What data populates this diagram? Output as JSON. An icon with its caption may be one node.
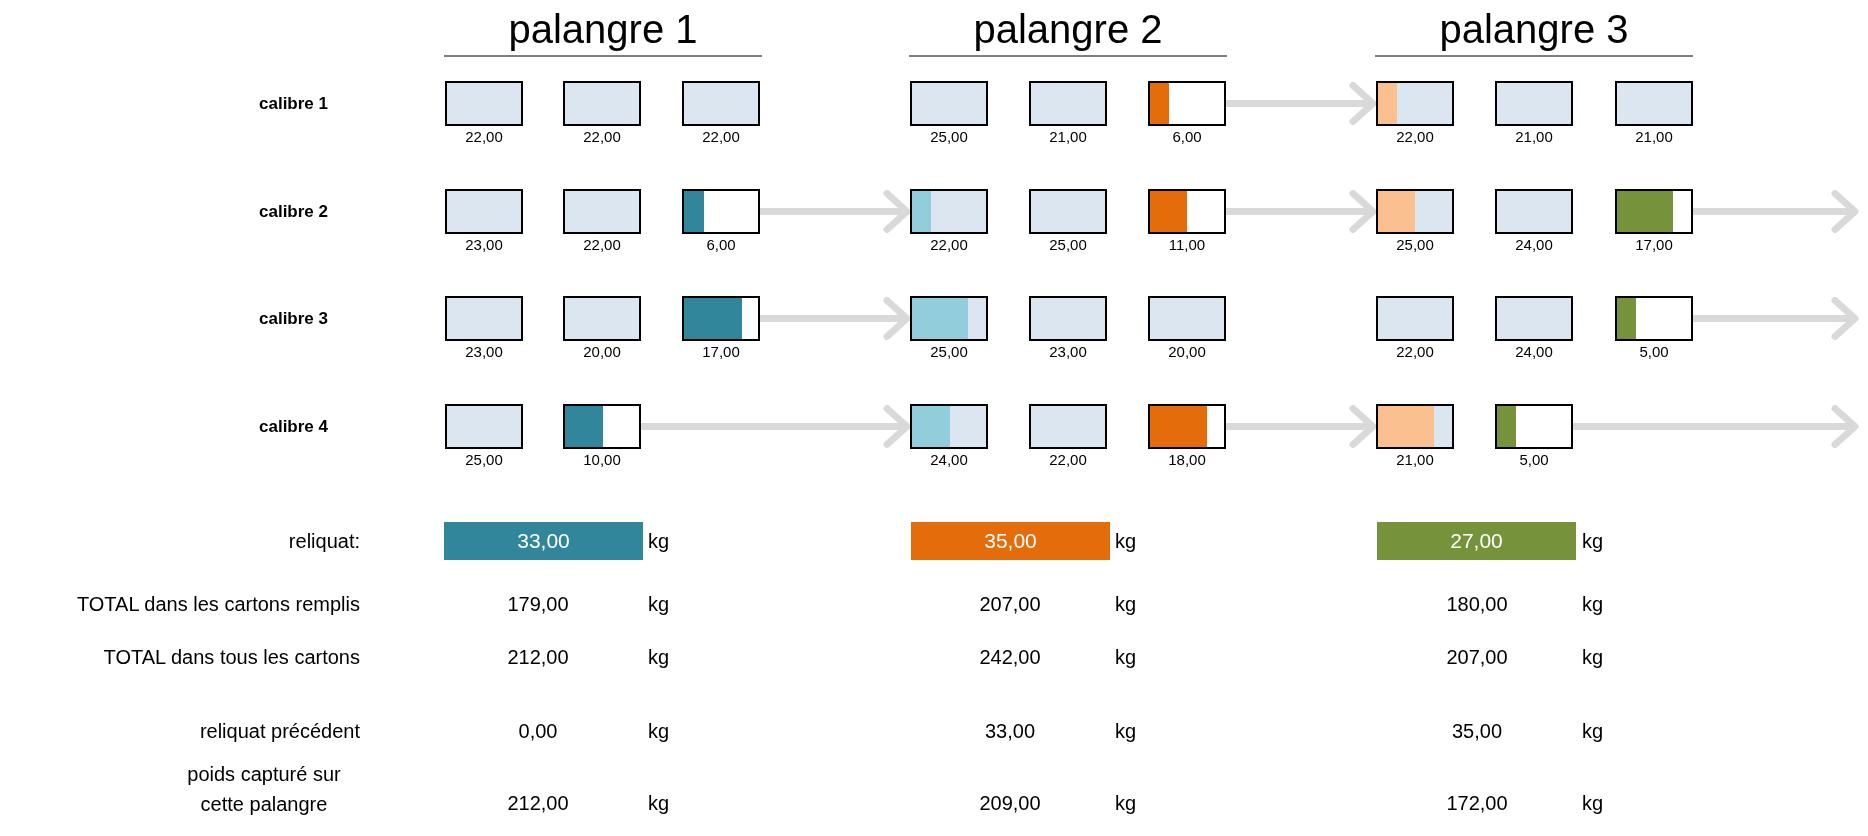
{
  "diagram": {
    "nodes": [
      {
        "text": [],
        "shape": "box",
        "beside": [
          "22,00"
        ]
      },
      {
        "text": [],
        "shape": "box",
        "beside": [
          "22,00"
        ]
      },
      {
        "text": [],
        "shape": "box",
        "beside": [
          "22,00"
        ]
      },
      {
        "text": [],
        "shape": "box",
        "beside": [
          "25,00"
        ]
      },
      {
        "text": [],
        "shape": "box",
        "beside": [
          "21,00"
        ]
      },
      {
        "text": [],
        "shape": "box",
        "beside": [
          "6,00"
        ]
      },
      {
        "text": [],
        "shape": "box",
        "beside": [
          "22,00"
        ]
      },
      {
        "text": [],
        "shape": "box",
        "beside": [
          "21,00"
        ]
      },
      {
        "text": [],
        "shape": "box",
        "beside": [
          "21,00"
        ]
      },
      {
        "text": [],
        "shape": "box",
        "beside": [
          "23,00"
        ]
      },
      {
        "text": [],
        "shape": "box",
        "beside": [
          "22,00"
        ]
      },
      {
        "text": [],
        "shape": "box",
        "beside": [
          "6,00"
        ]
      },
      {
        "text": [],
        "shape": "box",
        "beside": [
          "22,00"
        ]
      },
      {
        "text": [],
        "shape": "box",
        "beside": [
          "25,00"
        ]
      },
      {
        "text": [],
        "shape": "box",
        "beside": [
          "11,00"
        ]
      },
      {
        "text": [],
        "shape": "box",
        "beside": [
          "25,00"
        ]
      },
      {
        "text": [],
        "shape": "box",
        "beside": [
          "24,00"
        ]
      },
      {
        "text": [],
        "shape": "box",
        "beside": [
          "17,00"
        ]
      },
      {
        "text": [],
        "shape": "box",
        "beside": [
          "23,00"
        ]
      },
      {
        "text": [],
        "shape": "box",
        "beside": [
          "20,00"
        ]
      },
      {
        "text": [],
        "shape": "box",
        "beside": [
          "17,00"
        ]
      },
      {
        "text": [],
        "shape": "box",
        "beside": [
          "25,00"
        ]
      },
      {
        "text": [],
        "shape": "box",
        "beside": [
          "23,00"
        ]
      },
      {
        "text": [],
        "shape": "box",
        "beside": [
          "20,00"
        ]
      },
      {
        "text": [],
        "shape": "box",
        "beside": [
          "22,00"
        ]
      },
      {
        "text": [],
        "shape": "box",
        "beside": [
          "24,00"
        ]
      },
      {
        "text": [],
        "shape": "box",
        "beside": [
          "5,00"
        ]
      },
      {
        "text": [],
        "shape": "box",
        "beside": [
          "25,00"
        ]
      },
      {
        "text": [],
        "shape": "box",
        "beside": [
          "10,00"
        ]
      },
      {
        "text": [],
        "shape": "box",
        "beside": [
          "24,00"
        ]
      },
      {
        "text": [],
        "shape": "box",
        "beside": [
          "22,00"
        ]
      },
      {
        "text": [],
        "shape": "box",
        "beside": [
          "18,00"
        ]
      },
      {
        "text": [],
        "shape": "box",
        "beside": [
          "21,00"
        ]
      },
      {
        "text": [],
        "shape": "box",
        "beside": [
          "5,00"
        ]
      },
      {
        "text": [
          "33,00"
        ]
      },
      {
        "text": [
          "35,00"
        ]
      },
      {
        "text": [
          "27,00"
        ]
      }
    ],
    "edges": [
      {
        "from": 5,
        "to": 6,
        "arrow": "to"
      },
      {
        "from": 11,
        "to": 12,
        "arrow": "to"
      },
      {
        "from": 14,
        "to": 15,
        "arrow": "to"
      },
      {
        "from": 17,
        "to": null,
        "arrow": "to"
      },
      {
        "from": 20,
        "to": 21,
        "arrow": "to"
      },
      {
        "from": 26,
        "to": null,
        "arrow": "to"
      },
      {
        "from": 28,
        "to": 29,
        "arrow": "to"
      },
      {
        "from": 31,
        "to": 32,
        "arrow": "to"
      },
      {
        "from": 33,
        "to": null,
        "arrow": "to"
      }
    ],
    "labels": [
      "palangre 1",
      "palangre 2",
      "palangre 3",
      "calibre 1",
      "calibre 2",
      "calibre 3",
      "calibre 4",
      "reliquat:",
      "kg",
      "kg",
      "kg",
      "TOTAL dans les cartons remplis",
      "179,00",
      "kg",
      "207,00",
      "kg",
      "180,00",
      "kg",
      "TOTAL dans tous les cartons",
      "212,00",
      "kg",
      "242,00",
      "kg",
      "207,00",
      "kg",
      "reliquat précédent",
      "0,00",
      "kg",
      "33,00",
      "kg",
      "35,00",
      "kg",
      "poids capturé sur cette palangre",
      "212,00",
      "kg",
      "209,00",
      "kg",
      "172,00",
      "kg"
    ]
  }
}
